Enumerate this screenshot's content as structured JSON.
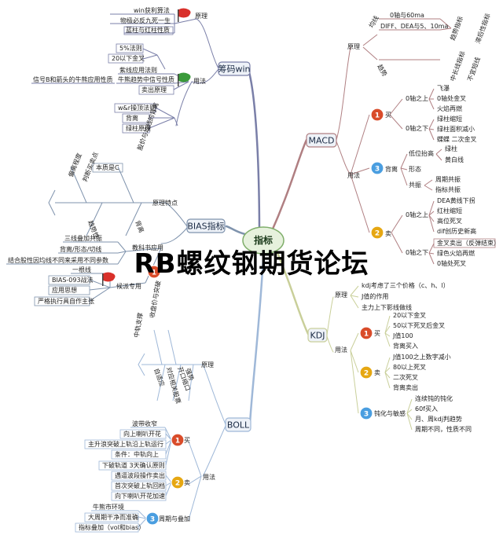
{
  "center": "指标",
  "watermark": "RB螺纹钢期货论坛",
  "topics": {
    "chouma": "筹码win",
    "bias": "BIAS指标",
    "boll": "BOLL",
    "macd": "MACD",
    "kdj": "KDJ"
  },
  "nodes": {
    "n1": "win获利算法",
    "n2": "物极必反九死一生",
    "n3": "原理",
    "n4": "蓝柱与红柱性质",
    "n5": "5%法则",
    "n6": "20以下金叉",
    "n7": "紫线应用法则",
    "n8": "信号B和箭头的牛熊应用性质",
    "n9": "牛熊趋势中信号性质",
    "n10": "用法",
    "n11": "卖出原理",
    "n12": "w&r操顶法则",
    "n13": "背离",
    "n14": "绿柱原理",
    "b1": "本质是C",
    "b2": "股价与均线的背离",
    "b3": "判断买卖点",
    "b4": "偏离程度",
    "b5": "趋势性",
    "b6": "背离",
    "b7": "原理特点",
    "b8": "三线叠加共振",
    "b9": "背离/形态/切线",
    "b10": "结合股性因均线不同来采用不同参数",
    "b11": "教科书应用",
    "b12": "一根线",
    "b13": "BIAS-093战法",
    "b14": "应用思想",
    "b15": "严格执行具自作主张",
    "b16": "候派专用",
    "o1": "收盘价与突破",
    "o2": "中轨支撑",
    "o3": "自适应",
    "o4": "开口缩口",
    "o5": "对应相关股票",
    "o6": "强势",
    "o7": "原理",
    "o8": "波带收窄",
    "o9": "向上喇叭开花",
    "o10": "主升浪突破上轨沿上轨运行",
    "o11": "条件：中轨向上",
    "o12": "下破轨道 3天确认原则",
    "o13": "买",
    "o14": "遇逼波段操作卖出",
    "o15": "首次突破上轨回档",
    "o16": "向下喇叭开花加速",
    "o17": "卖",
    "o18": "用法",
    "o19": "牛熊市环境",
    "o20": "大周期干净而准确",
    "o21": "指标叠加（vol和bias）",
    "o22": "周期与叠加",
    "m1": "0轴与60ma",
    "m2": "DIFF、DEA与5、10ma",
    "m3": "趋势指标",
    "m4": "滞后性指标",
    "m5": "均线",
    "m6": "中长线指标",
    "m7": "不宜短线",
    "m8": "趋势",
    "m9": "原理",
    "m10": "飞瀑",
    "m11": "0轴处金叉",
    "m12": "火焰再燃",
    "m13": "绿柱缩短",
    "m14": "绿柱面积减小",
    "m15": "蝶蝶 二次金叉",
    "m16": "0轴之上",
    "m17": "0轴之下",
    "m18": "买",
    "m19": "低位抬高",
    "m20": "绿柱",
    "m21": "黄白线",
    "m22": "形态",
    "m23": "周期共振",
    "m24": "指标共振",
    "m25": "共振",
    "m26": "背离",
    "m27": "DEA黄线下拐",
    "m28": "红柱缩短",
    "m29": "高位死叉",
    "m30": "dif创历史新高",
    "m31": "金叉卖出（反弹结束）",
    "m32": "绿色火焰再燃",
    "m33": "0轴处死叉",
    "m34": "0轴之上",
    "m35": "0轴之下",
    "m36": "卖",
    "m37": "用法",
    "k1": "kdj考虑了三个价格（c、h、l）",
    "k2": "J值的作用",
    "k3": "主力上下影线做线",
    "k4": "原理",
    "k5": "20以下金叉",
    "k6": "50以下死叉后金叉",
    "k7": "J值100",
    "k8": "背离买入",
    "k9": "买",
    "k10": "J值100之上数字减小",
    "k11": "80以上死叉",
    "k12": "二次死叉",
    "k13": "背离卖出",
    "k14": "卖",
    "k15": "连续钝的钝化",
    "k16": "60f买入",
    "k17": "月、周kdj判趋势",
    "k18": "周期不同，性质不同",
    "k19": "钝化与敏感",
    "k20": "用法"
  },
  "badges": {
    "one": "1",
    "two": "2",
    "three": "3"
  }
}
